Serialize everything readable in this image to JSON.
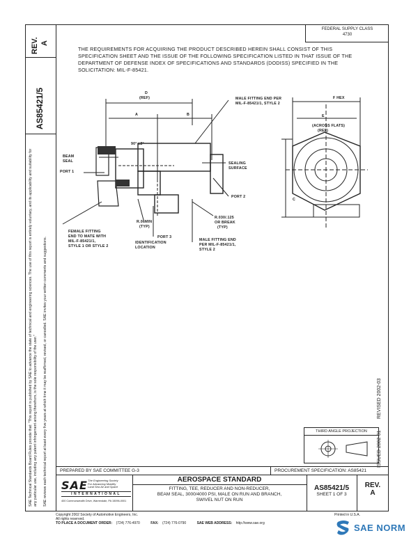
{
  "header": {
    "rev_label": "REV.",
    "rev_value": "A",
    "doc_number": "AS85421/5",
    "federal_supply_class_label": "FEDERAL SUPPLY CLASS",
    "federal_supply_class_value": "4730"
  },
  "requirement_text": "THE REQUIREMENTS FOR ACQUIRING THE PRODUCT DESCRIBED HEREIN SHALL CONSIST OF THIS SPECIFICATION SHEET AND THE ISSUE OF THE FOLLOWING SPECIFICATION LISTED IN THAT ISSUE OF THE DEPARTMENT OF DEFENSE INDEX OF SPECIFICATIONS AND STANDARDS (DODISS) SPECIFIED IN THE SOLICITATION: MIL-F-85421.",
  "side_notice_1": "SAE Technical Standards Board Rules provide that: \"This report is published by SAE to advance the state of technical and engineering sciences. The use of this report is entirely voluntary, and its applicability and suitability for any particular use, including any patent infringement arising therefrom, is the sole responsibility of the user.\"",
  "side_notice_2": "SAE reviews each technical report at least every five years at which time it may be reaffirmed, revised, or cancelled. SAE invites your written comments and suggestions.",
  "drawing": {
    "labels": {
      "d": "D",
      "d_ref": "(REF)",
      "a": "A",
      "b": "B",
      "angle": "90° ±2°",
      "male_end_1": "MALE FITTING END PER",
      "male_end_2": "MIL-F-85421/1, STYLE 2",
      "beam_seal_1": "BEAM",
      "beam_seal_2": "SEAL",
      "port1": "PORT 1",
      "sealing_1": "SEALING",
      "sealing_2": "SURFACE",
      "port2": "PORT 2",
      "r_min_1": "R.06MIN",
      "r_min_2": "(TYP)",
      "r_break_1": "R.030/.125",
      "r_break_2": "OR BREAK",
      "r_break_3": "(TYP)",
      "female_1": "FEMALE FITTING",
      "female_2": "END TO MATE WITH",
      "female_3": "MIL-F-85421/1,",
      "female_4": "STYLE 1 OR STYLE 2",
      "port3": "PORT 3",
      "ident_1": "IDENTIFICATION",
      "ident_2": "LOCATION",
      "male_end_b1": "MALE FITTING END",
      "male_end_b2": "PER MIL-F-85421/1,",
      "male_end_b3": "STYLE 2",
      "f_hex": "F HEX",
      "e": "E",
      "e_across_1": "(ACROSS FLATS)",
      "e_across_2": "(REF)",
      "c": "C"
    }
  },
  "revised": "REVISED 2002-03",
  "issued": "ISSUED 2002-01",
  "third_angle": "THIRD ANGLE PROJECTION",
  "title_block": {
    "prepared_by": "PREPARED BY SAE COMMITTEE G-3",
    "procurement": "PROCUREMENT SPECIFICATION: AS85421",
    "logo_text": "SAE",
    "logo_tag_1": "The Engineering Society",
    "logo_tag_2": "For Advancing Mobility",
    "logo_tag_3": "Land Sea Air and Space",
    "logo_international": "INTERNATIONAL",
    "logo_address": "400 Commonwealth Drive, Warrendale, PA 15096-0001",
    "standard_heading": "AEROSPACE STANDARD",
    "title_1": "FITTING, TEE, REDUCER AND NON-REDUCER,",
    "title_2": "BEAM SEAL, 3000/4000 PSI, MALE ON RUN AND BRANCH,",
    "title_3": "SWIVEL NUT ON RUN",
    "doc_number": "AS85421/5",
    "sheet": "SHEET 1 OF 3",
    "rev_label": "REV.",
    "rev_value": "A"
  },
  "footer": {
    "copyright": "Copyright 2002 Society of Automotive Engineers, Inc.",
    "rights": "All rights reserved.",
    "printed": "Printed in U.S.A.",
    "order_label": "TO PLACE A DOCUMENT ORDER:",
    "order_phone": "(724) 776-4970",
    "fax_label": "FAX:",
    "fax_number": "(724) 776-0790",
    "web_label": "SAE WEB ADDRESS:",
    "web_value": "http://www.sae.org"
  },
  "watermark": {
    "brand": "SAE NORM"
  }
}
